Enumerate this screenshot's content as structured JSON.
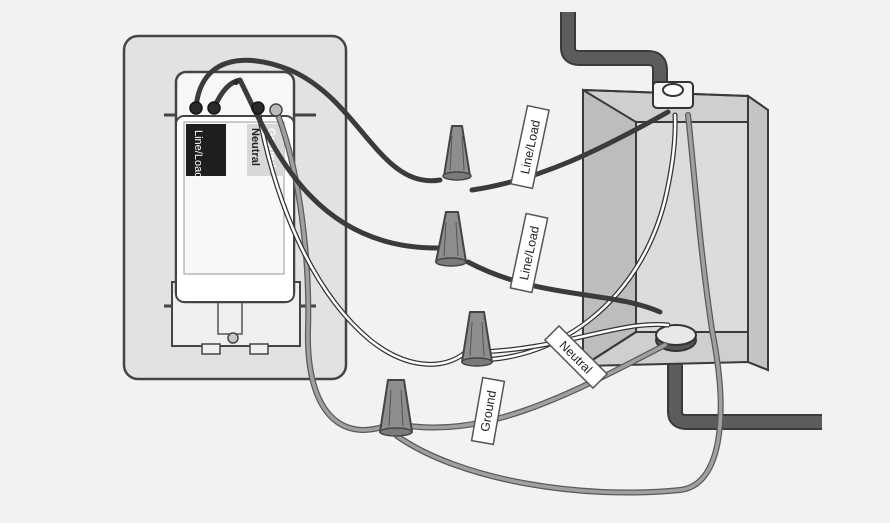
{
  "diagram": {
    "device_terminals": {
      "line_load": "Line/Load",
      "neutral": "Neutral",
      "ground": "Ground"
    },
    "wire_labels": {
      "line_load_1": "Line/Load",
      "line_load_2": "Line/Load",
      "neutral": "Neutral",
      "ground": "Ground"
    },
    "colors": {
      "background": "#f2f2f2",
      "wall_plate": "#e0e0e0",
      "device_body": "#fafafa",
      "hot_wire": "#3b3b3b",
      "neutral_wire": "#ffffff",
      "ground_wire": "#9a9a9a",
      "wire_nut": "#8e8e8e",
      "junction_box": "#d2d2d2",
      "conduit": "#505050"
    }
  }
}
